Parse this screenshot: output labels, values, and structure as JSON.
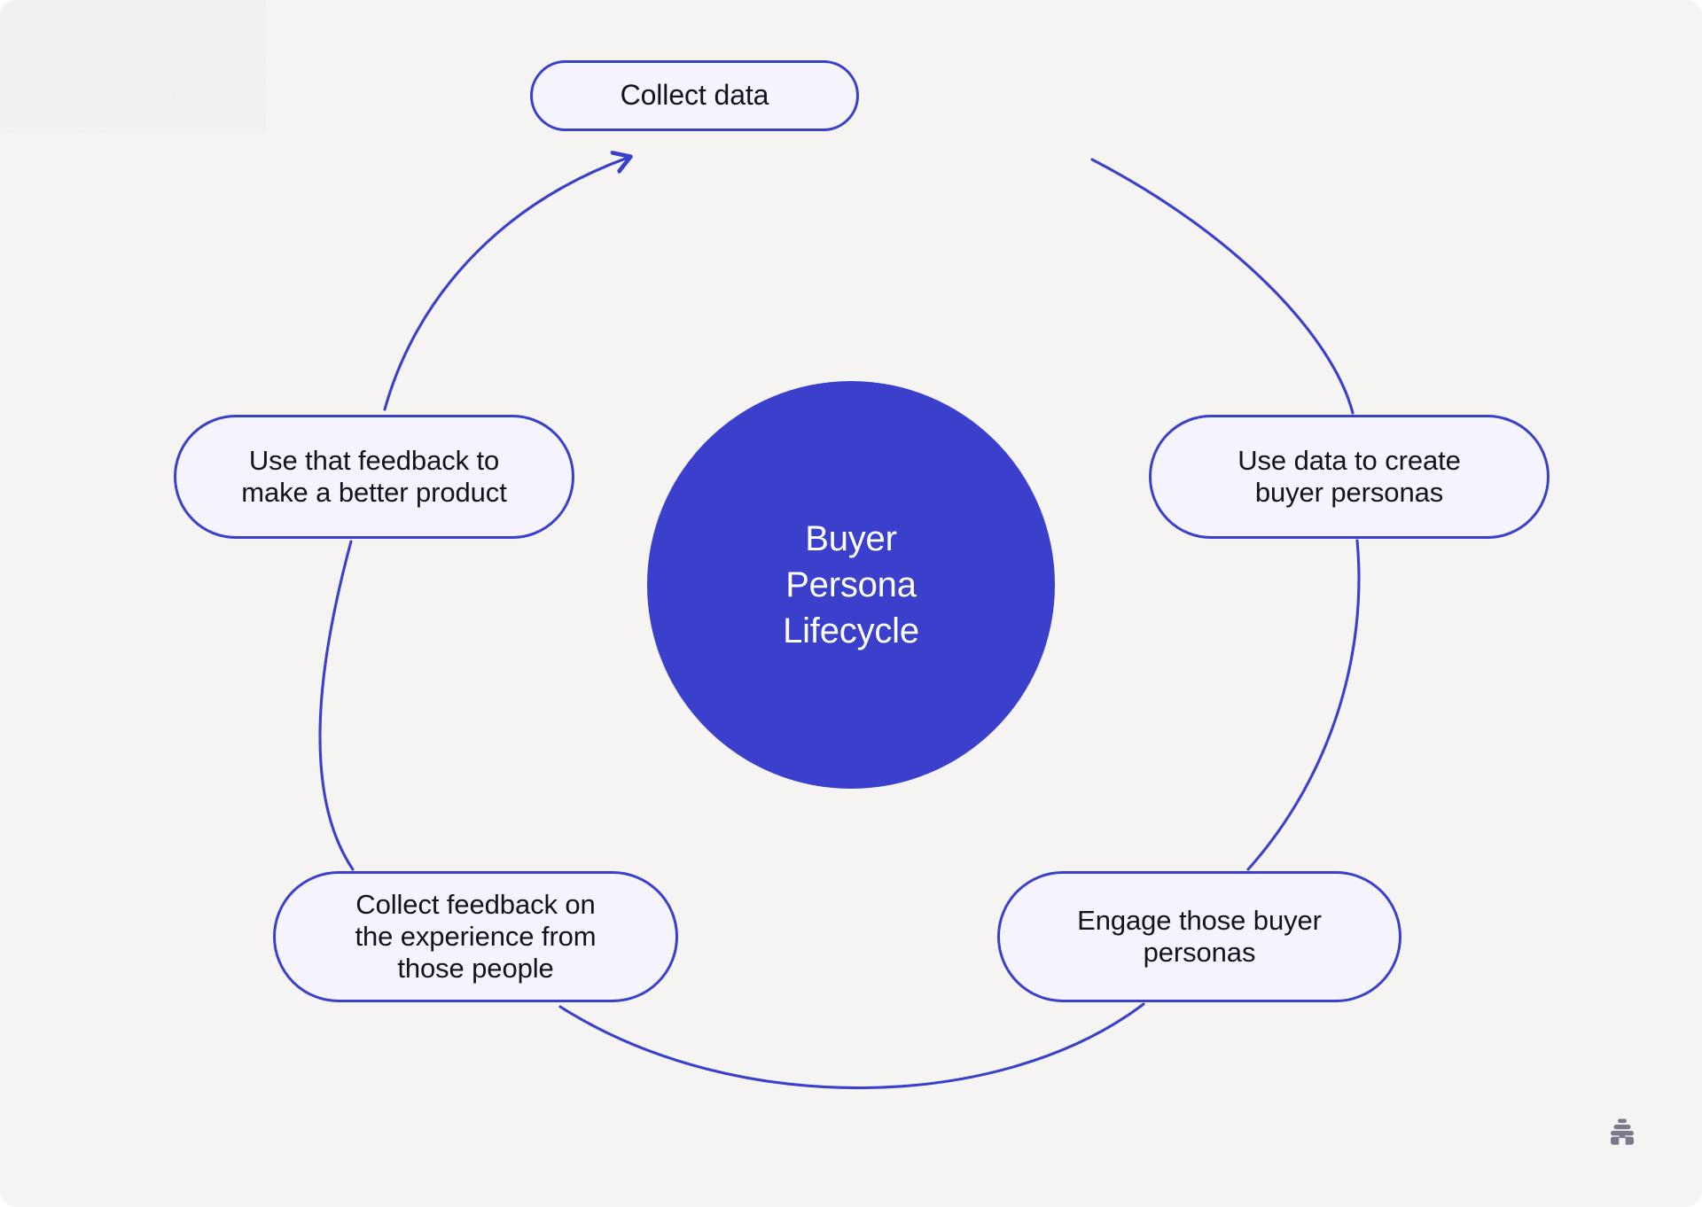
{
  "diagram": {
    "title": "Buyer Persona Lifecycle",
    "type": "cycle",
    "hub": {
      "label": "Buyer\nPersona\nLifecycle",
      "color": "#3a40cb",
      "text_color": "#ffffff"
    },
    "background_color": "#f5f4f2",
    "node_fill": "#f5f4fd",
    "node_border": "#3a40cb",
    "node_text_color": "#14121a",
    "connector_color": "#3a40cb",
    "steps": [
      {
        "id": "collect-data",
        "order": 1,
        "label": "Collect data",
        "position": "top"
      },
      {
        "id": "use-data",
        "order": 2,
        "label": "Use data to create\nbuyer personas",
        "position": "right"
      },
      {
        "id": "engage",
        "order": 3,
        "label": "Engage those buyer\npersonas",
        "position": "bottom-right"
      },
      {
        "id": "collect-fb",
        "order": 4,
        "label": "Collect feedback on\nthe experience from\nthose people",
        "position": "bottom-left"
      },
      {
        "id": "use-feedback",
        "order": 5,
        "label": "Use that feedback to\nmake a better product",
        "position": "left"
      }
    ],
    "flow_direction": "clockwise",
    "arrow_at": "collect-data"
  },
  "branding": {
    "logo_name": "beehive-logo",
    "logo_color": "#7b7a8c"
  }
}
